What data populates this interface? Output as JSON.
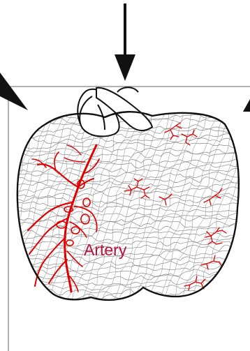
{
  "diagram": {
    "label": "Artery",
    "colors": {
      "label": "#b8123a",
      "vessel": "#e00000",
      "outline": "#111111",
      "texture": "#8a8a8a",
      "frame": "#666666",
      "arrow": "#111111",
      "background": "#ffffff"
    },
    "parts": [
      "fruit-outline",
      "stem",
      "stem-cavity",
      "artery-tree",
      "small-vessel-clusters",
      "surface-texture",
      "pressure-arrows",
      "reference-frame"
    ]
  }
}
